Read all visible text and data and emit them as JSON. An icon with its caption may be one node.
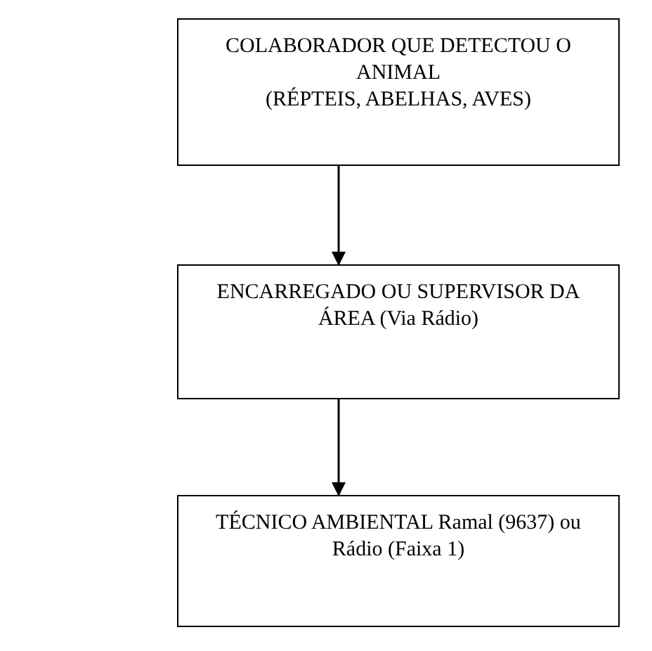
{
  "diagram": {
    "nodes": [
      {
        "text": [
          "COLABORADOR QUE DETECTOU O ANIMAL",
          "(RÉPTEIS, ABELHAS, AVES)"
        ]
      },
      {
        "text": [
          "ENCARREGADO OU SUPERVISOR DA ÁREA (Via Rádio)"
        ]
      },
      {
        "text": [
          "TÉCNICO AMBIENTAL Ramal (9637) ou Rádio (Faixa 1)"
        ]
      }
    ],
    "edges": [
      {
        "from": 0,
        "to": 1,
        "arrow": "to"
      },
      {
        "from": 1,
        "to": 2,
        "arrow": "to"
      }
    ]
  }
}
